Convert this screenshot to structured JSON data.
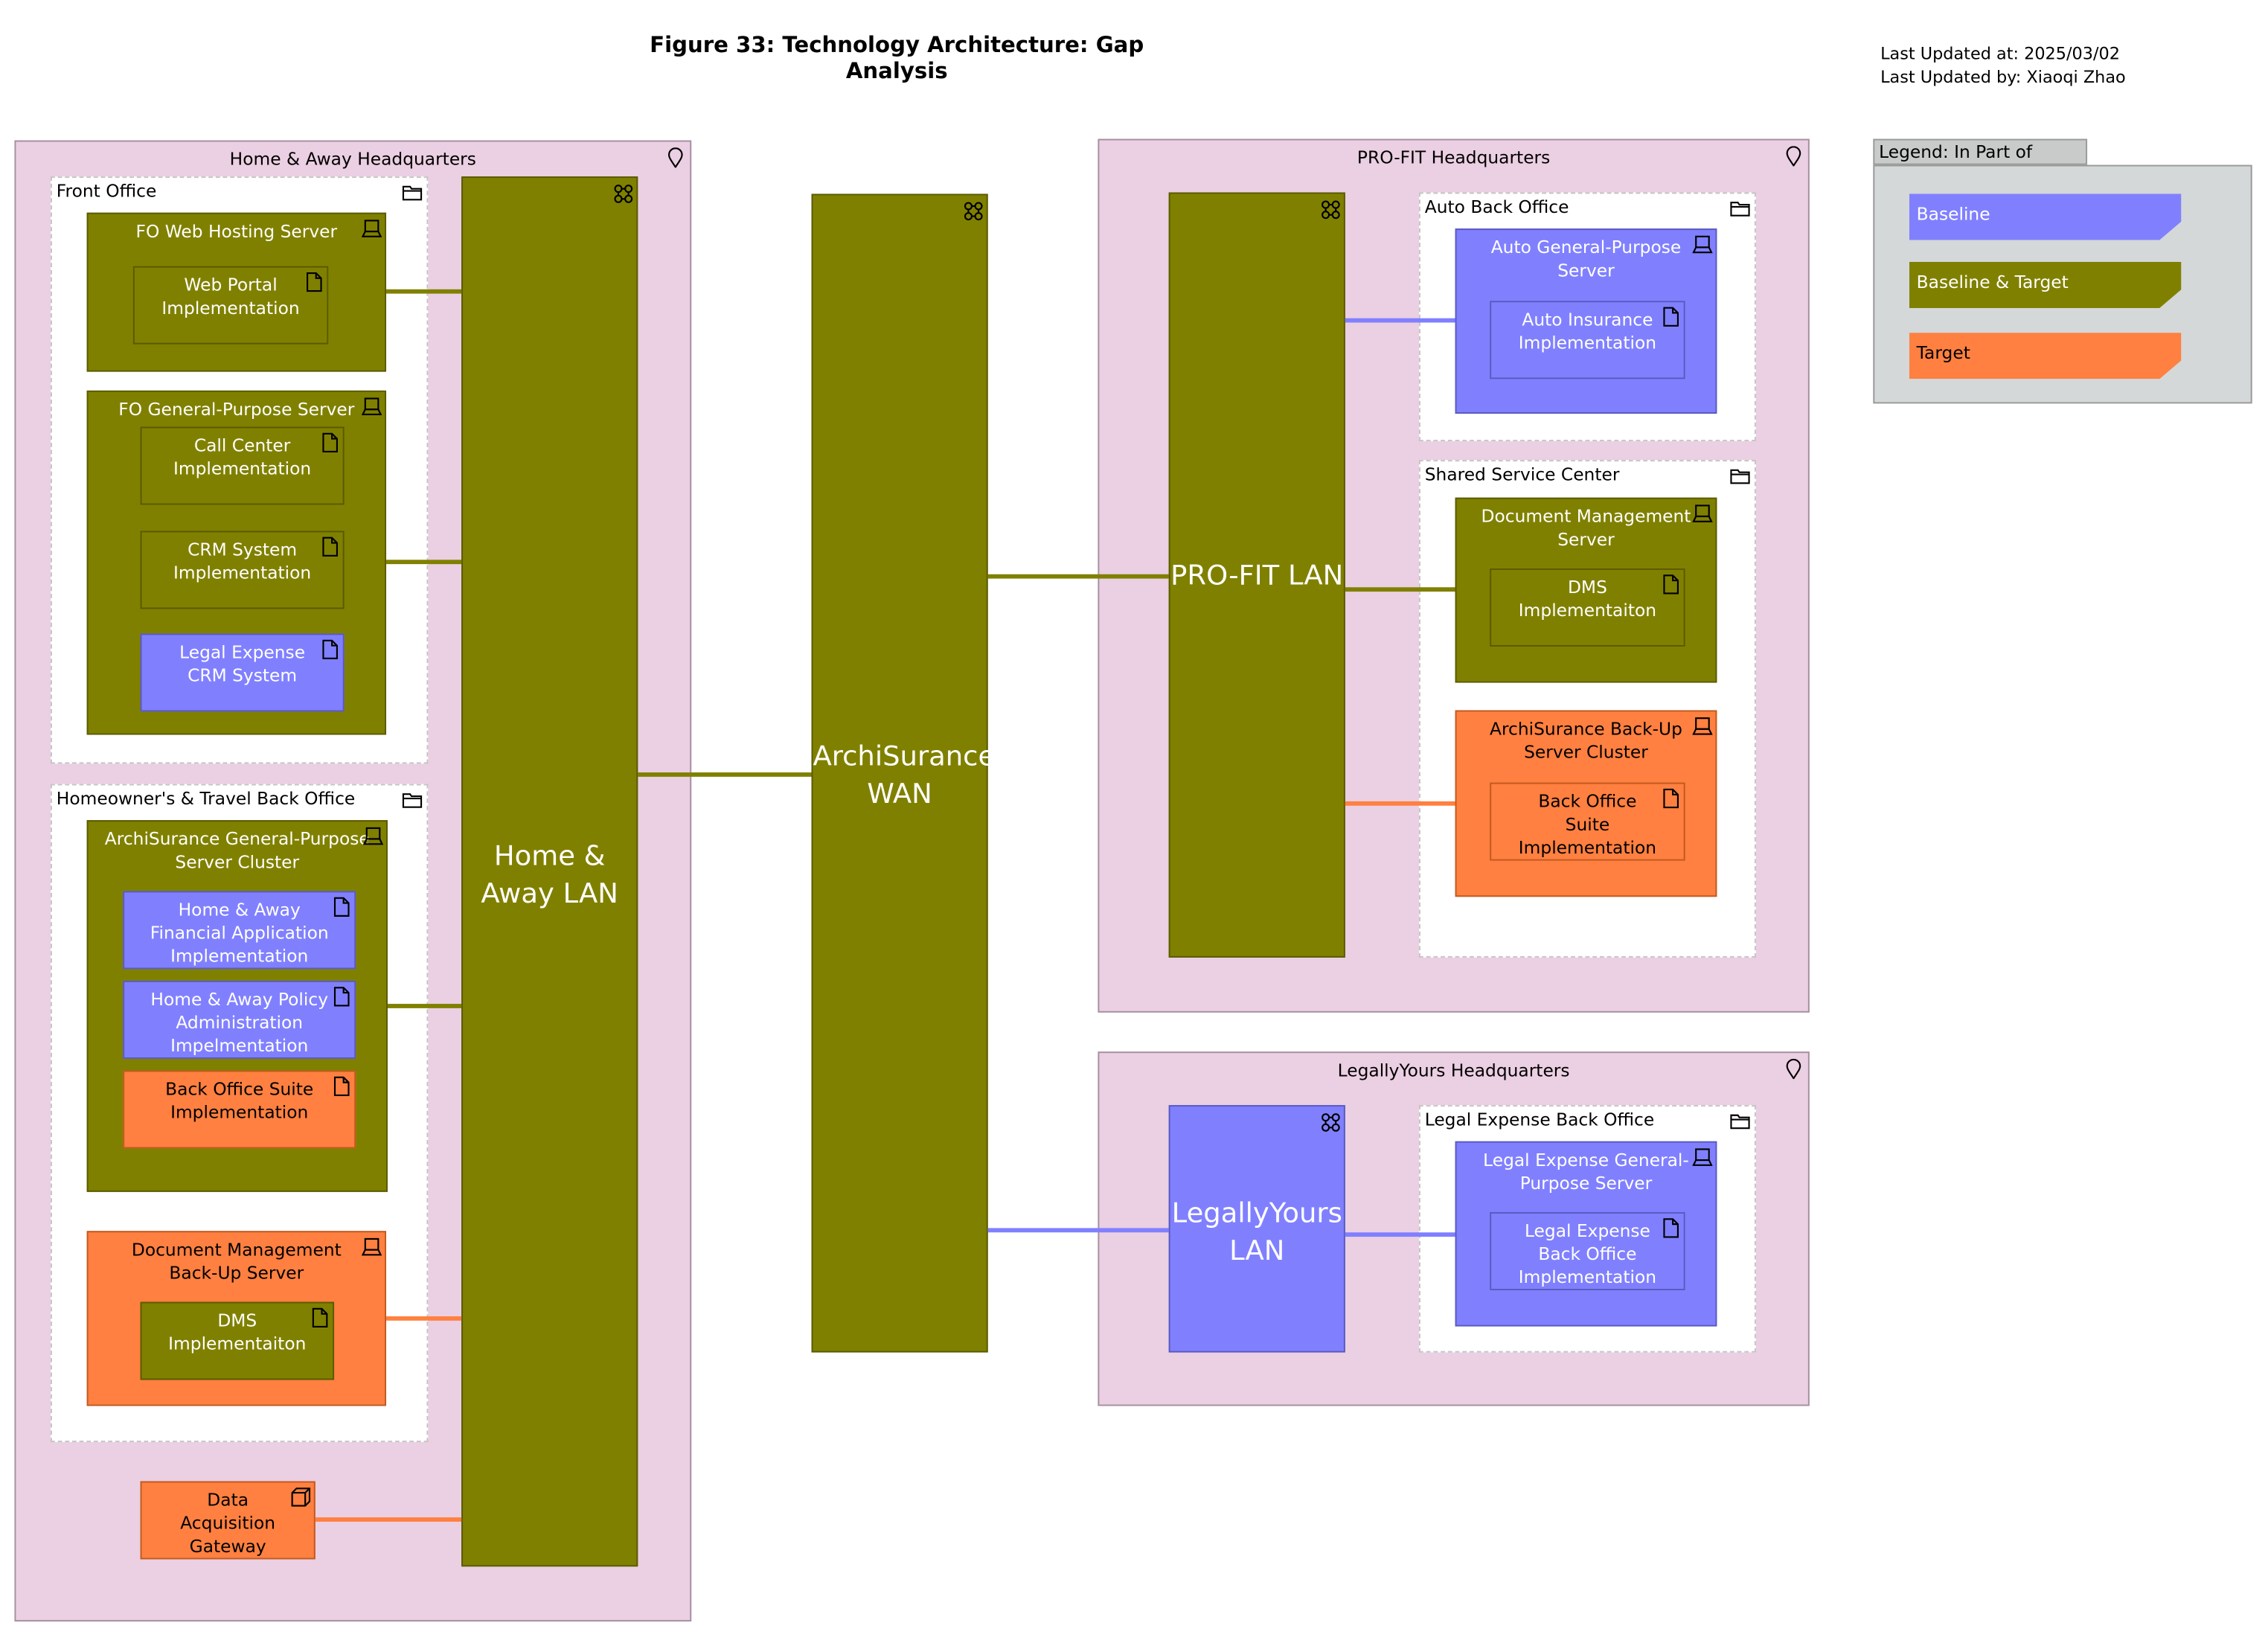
{
  "figure_title": "Figure 33: Technology Architecture: Gap Analysis",
  "last_updated_at": "Last Updated at: 2025/03/02",
  "last_updated_by": "Last Updated by: Xiaoqi Zhao",
  "legend": {
    "title": "Legend: In Part of Plateau",
    "items": [
      {
        "label": "Baseline",
        "color": "#8080ff"
      },
      {
        "label": "Baseline & Target",
        "color": "#808000"
      },
      {
        "label": "Target",
        "color": "#ff8040"
      }
    ]
  },
  "locations": {
    "home_away_hq": "Home & Away Headquarters",
    "profit_hq": "PRO-FIT Headquarters",
    "legallyyours_hq": "LegallyYours Headquarters"
  },
  "groups": {
    "front_office": "Front Office",
    "homeowners_travel": "Homeowner's & Travel Back Office",
    "auto_back_office": "Auto Back Office",
    "shared_service_center": "Shared Service Center",
    "legal_expense_back_office": "Legal Expense Back Office"
  },
  "networks": {
    "home_away_lan": "Home &\nAway LAN",
    "archisurance_wan": "ArchiSurance\nWAN",
    "profit_lan": "PRO-FIT LAN",
    "legallyyours_lan": "LegallyYours\nLAN"
  },
  "nodes": {
    "fo_web_hosting_server": "FO Web Hosting Server",
    "fo_general_purpose_server": "FO General-Purpose Server",
    "archisurance_gp_cluster": "ArchiSurance General-Purpose\nServer Cluster",
    "dm_backup_server": "Document Management\nBack-Up Server",
    "data_acquisition_gateway": "Data\nAcquisition\nGateway",
    "auto_gp_server": "Auto General-Purpose\nServer",
    "dm_server": "Document Management\nServer",
    "archisurance_backup_cluster": "ArchiSurance Back-Up\nServer Cluster",
    "legal_expense_gp_server": "Legal Expense General-\nPurpose Server"
  },
  "artifacts": {
    "web_portal": "Web Portal\nImplementation",
    "call_center": "Call Center\nImplementation",
    "crm_system": "CRM System\nImplementation",
    "legal_expense_crm": "Legal Expense\nCRM System",
    "ha_financial": "Home & Away\nFinancial Application\nImplementation",
    "ha_policy": "Home & Away Policy\nAdministration\nImpelmentation",
    "bo_suite_ha": "Back Office Suite\nImplementation",
    "dms_ha": "DMS\nImplementaiton",
    "auto_insurance": "Auto Insurance\nImplementation",
    "dms_shared": "DMS\nImplementaiton",
    "bo_suite_shared": "Back Office\nSuite\nImplementation",
    "legal_expense_bo": "Legal Expense\nBack Office\nImplementation"
  }
}
